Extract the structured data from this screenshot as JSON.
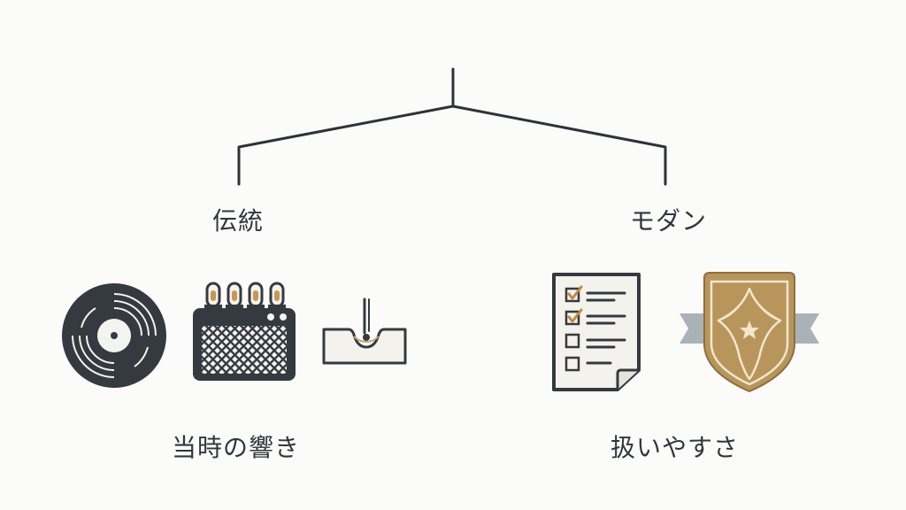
{
  "branches": {
    "left": {
      "title": "伝統",
      "caption": "当時の響き",
      "icons": [
        "vinyl-record-icon",
        "tube-amplifier-icon",
        "stylus-cartridge-icon"
      ]
    },
    "right": {
      "title": "モダン",
      "caption": "扱いやすさ",
      "icons": [
        "checklist-document-icon",
        "quality-badge-icon"
      ]
    }
  },
  "colors": {
    "stroke": "#2f3238",
    "dark_fill": "#353a40",
    "paper": "#f3f3f0",
    "gold": "#b8955a",
    "ribbon": "#a9b3b7"
  }
}
